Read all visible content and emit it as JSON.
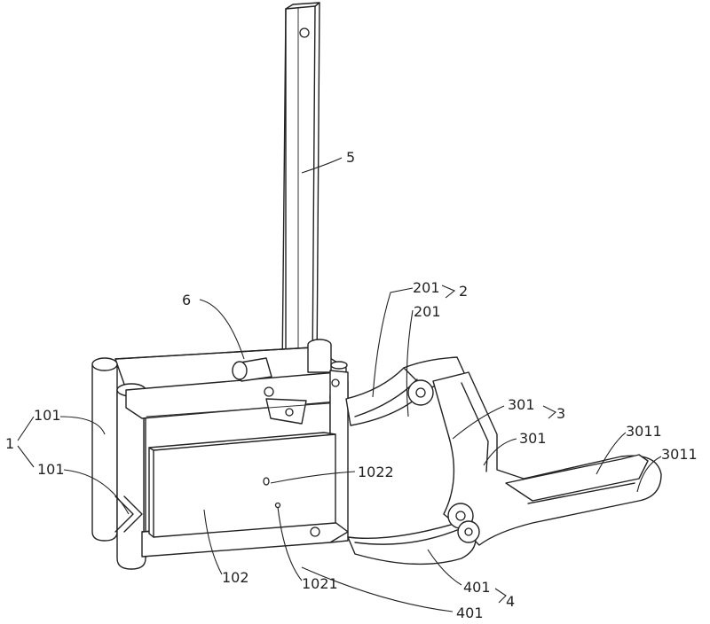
{
  "labels": {
    "l5": "5",
    "l6": "6",
    "l201a": "201",
    "l2": "2",
    "l201b": "201",
    "l101a": "101",
    "l1": "1",
    "l101b": "101",
    "l301a": "301",
    "l3": "3",
    "l301b": "301",
    "l3011a": "3011",
    "l3011b": "3011",
    "l1022": "1022",
    "l102": "102",
    "l1021": "1021",
    "l401a": "401",
    "l4": "4",
    "l401b": "401"
  }
}
